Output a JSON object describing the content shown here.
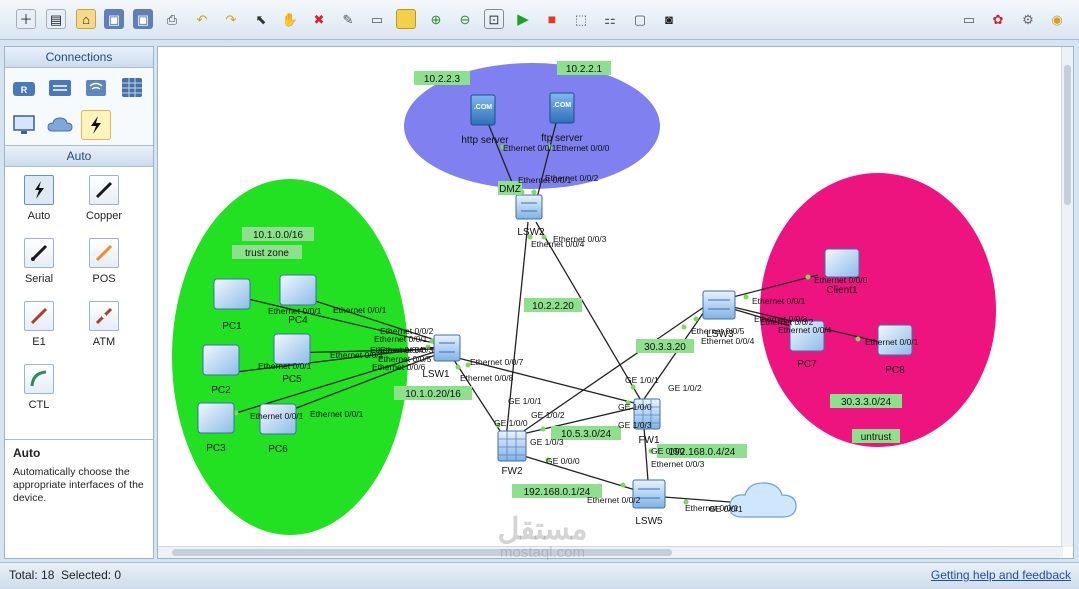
{
  "toolbar": {
    "icons": [
      "new-topology-icon",
      "new-example-icon",
      "open-icon",
      "save-icon",
      "save-as-icon",
      "print-icon",
      "undo-icon",
      "redo-icon",
      "select-icon",
      "pan-icon",
      "delete-icon",
      "delete-connection-icon",
      "text-icon",
      "rectangle-icon",
      "zoom-in-icon",
      "zoom-out-icon",
      "fit-icon",
      "start-icon",
      "stop-icon",
      "capture-icon",
      "topology-icon",
      "grid-icon",
      "screenshot-icon"
    ],
    "right_icons": [
      "chat-icon",
      "huawei-icon",
      "settings-icon",
      "help-icon"
    ]
  },
  "sidebar": {
    "connections_header": "Connections",
    "connection_types": [
      "router-icon",
      "switch-icon",
      "wireless-icon",
      "firewall-icon",
      "pc-icon",
      "cloud-icon",
      "connection-icon"
    ],
    "auto_header": "Auto",
    "cables": [
      {
        "label": "Auto",
        "color": "#1a1a1a"
      },
      {
        "label": "Copper",
        "color": "#1a1a1a"
      },
      {
        "label": "Serial",
        "color": "#1a1a1a"
      },
      {
        "label": "POS",
        "color": "#f28c28"
      },
      {
        "label": "E1",
        "color": "#b23a2a"
      },
      {
        "label": "ATM",
        "color": "#b23a2a"
      },
      {
        "label": "CTL",
        "color": "#2e8b57"
      }
    ],
    "description": {
      "title": "Auto",
      "text": "Automatically choose the appropriate interfaces of the device."
    }
  },
  "zones": {
    "dmz": {
      "color": "#8080f0",
      "subnet_a": "10.2.2.3",
      "subnet_b": "10.2.2.1",
      "label": "DMZ"
    },
    "trust": {
      "color": "#22e022",
      "subnet": "10.1.0.0/16",
      "label": "trust zone",
      "gateway": "10.1.0.20/16"
    },
    "untrust": {
      "color": "#ee1480",
      "subnet": "30.3.3.0/24",
      "label": "untrust",
      "gateway": "30.3.3.20"
    }
  },
  "devices": {
    "http_server": "http server",
    "ftp_server": "ftp server",
    "lsw2": "LSW2",
    "lsw1": "LSW1",
    "lsw3": "LSW3",
    "lsw5": "LSW5",
    "fw1": "FW1",
    "fw2": "FW2",
    "pc1": "PC1",
    "pc2": "PC2",
    "pc3": "PC3",
    "pc4": "PC4",
    "pc5": "PC5",
    "pc6": "PC6",
    "pc7": "PC7",
    "pc8": "PC8",
    "client1": "Client1"
  },
  "net_labels": {
    "lsw2_fw_net": "10.2.2.20",
    "fw_link_net": "10.5.3.0/24",
    "fw1_out_net": "192.168.0.4/24",
    "fw2_out_net": "192.168.0.1/24"
  },
  "ports": {
    "e000": "Ethernet 0/0/0",
    "e001": "Ethernet 0/0/1",
    "e002": "Ethernet 0/0/2",
    "e003": "Ethernet 0/0/3",
    "e004": "Ethernet 0/0/4",
    "e005": "Ethernet 0/0/5",
    "e006": "Ethernet 0/0/6",
    "e007": "Ethernet 0/0/7",
    "e008": "Ethernet 0/0/8",
    "ge100": "GE 1/0/0",
    "ge101": "GE 1/0/1",
    "ge102": "GE 1/0/2",
    "ge103": "GE 1/0/3",
    "ge000": "GE 0/0/0",
    "ge001": "GE 0/0/1"
  },
  "status": {
    "total": "Total: 18",
    "selected": "Selected: 0",
    "help": "Getting help and feedback"
  },
  "watermark": {
    "main": "مستقل",
    "sub": "mostaql.com"
  }
}
